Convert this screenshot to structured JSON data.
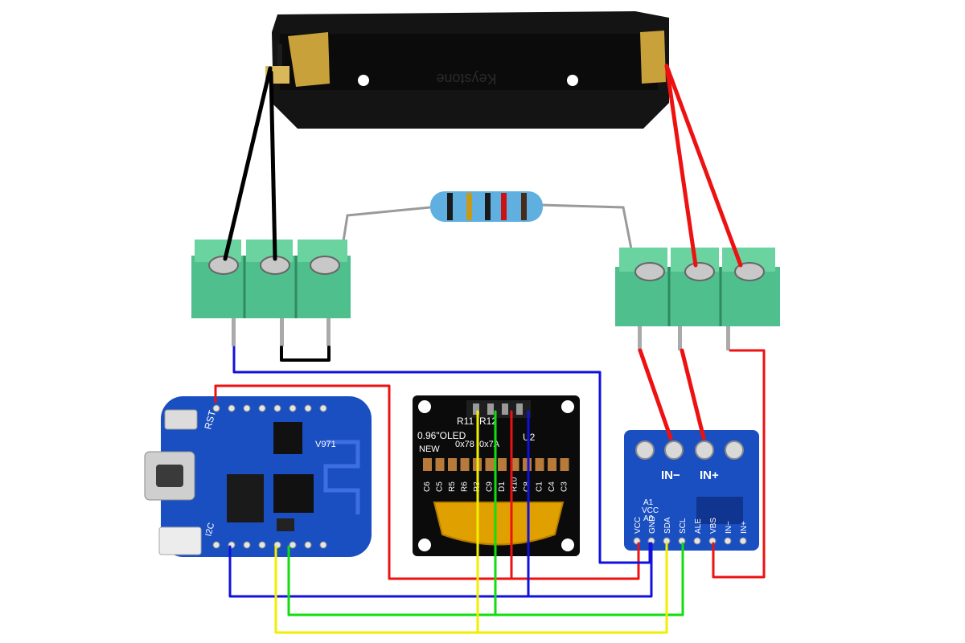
{
  "components": {
    "battery_holder": {
      "brand": "Keystone"
    },
    "d1_mini": {
      "rst_label": "RST",
      "i2c_label": "I2C",
      "chip_label": "V971"
    },
    "oled": {
      "title": "0.96\"OLED",
      "subtitle": "NEW",
      "addr1": "0x78",
      "addr2": "0x7A",
      "r11": "R11",
      "r12": "R12",
      "u2": "U2",
      "parts": [
        "C6",
        "C5",
        "R5",
        "R6",
        "R3",
        "C9",
        "D1",
        "R10",
        "C8",
        "C1",
        "C4",
        "C3"
      ]
    },
    "ina219": {
      "in_minus": "IN−",
      "in_plus": "IN+",
      "a1": "A1",
      "vcc": "VCC",
      "a0": "A0",
      "pins": [
        "VCC",
        "GND",
        "SDA",
        "SCL",
        "ALE",
        "VBS",
        "IN−",
        "IN+"
      ]
    }
  },
  "wire_colors": {
    "red": "#ee1111",
    "black": "#000000",
    "blue": "#1111dd",
    "yellow": "#f2ee00",
    "green": "#11dd11"
  },
  "board_colors": {
    "terminal": "#4fc08d",
    "pcb_blue": "#1a4fc2",
    "oled_pcb": "#0b0b0b",
    "holder": "#141414"
  }
}
